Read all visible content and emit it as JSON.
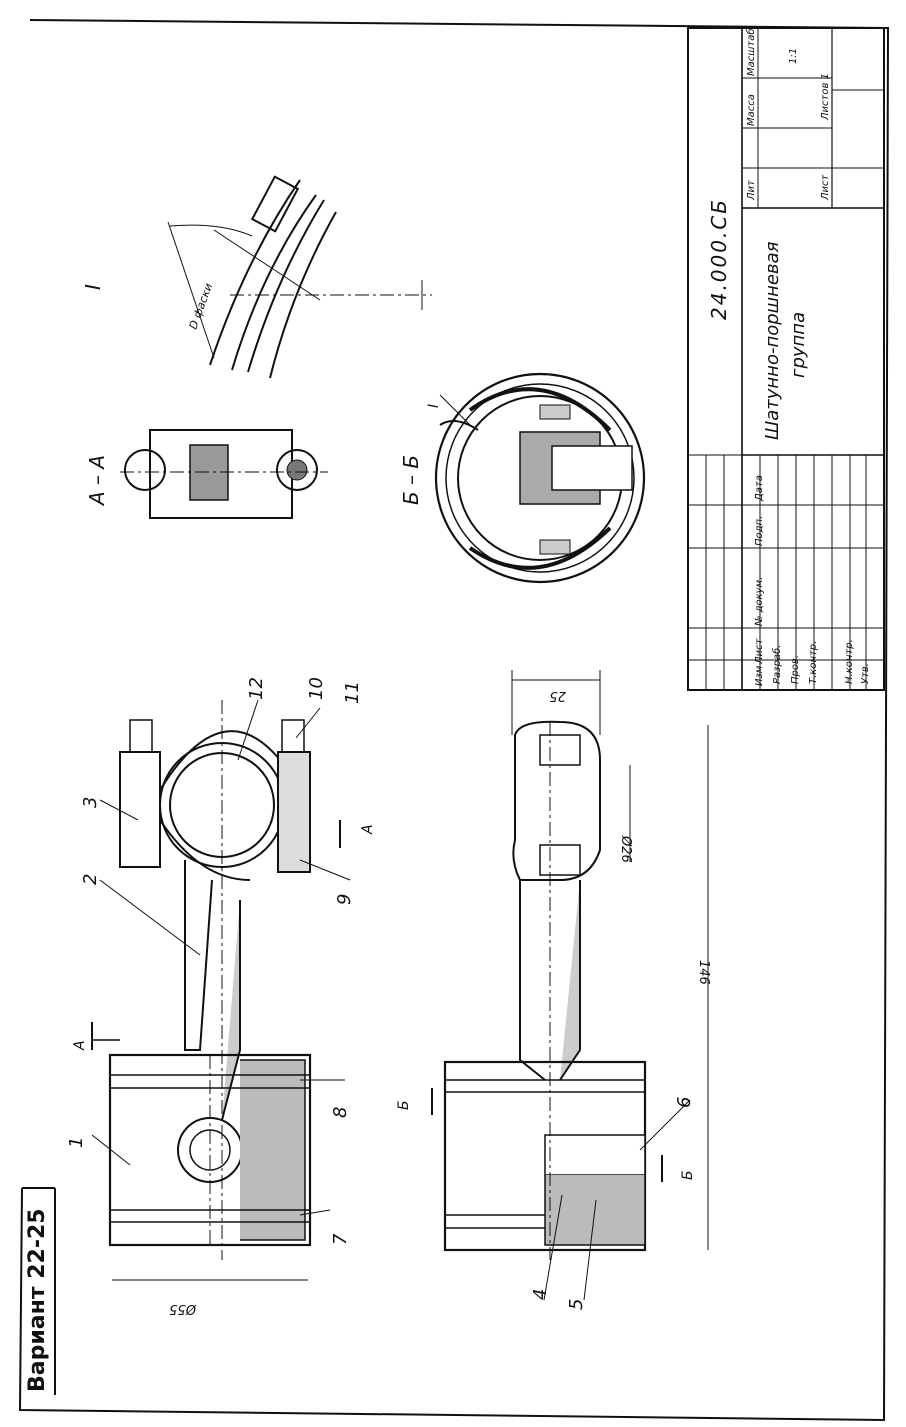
{
  "variant": "Вариант 22-25",
  "doc_code": "24.000.СБ",
  "title_line1": "Шатунно-поршневая",
  "title_line2": "группа",
  "section_labels": {
    "aa": "А – А",
    "bb": "Б – Б",
    "detail": "I"
  },
  "cut_markers": {
    "a": "А",
    "b": "Б"
  },
  "dimensions": {
    "piston_dia": "Ø55",
    "length": "146",
    "pin_dia": "Ø26",
    "width": "25",
    "d_fasky": "D фаски"
  },
  "positions": [
    "1",
    "2",
    "3",
    "4",
    "5",
    "6",
    "7",
    "8",
    "9",
    "10",
    "11",
    "12"
  ],
  "title_block": {
    "columns": [
      "Изм",
      "Лист",
      "№ докум.",
      "Подп.",
      "Дата"
    ],
    "rows": [
      "Разраб.",
      "Пров.",
      "Т.контр.",
      "",
      "Н.контр.",
      "Утв."
    ],
    "lit": "Лит",
    "mass": "Масса",
    "scale": "Масштаб",
    "scale_value": "1:1",
    "sheet": "Лист",
    "sheets": "Листов 1"
  }
}
